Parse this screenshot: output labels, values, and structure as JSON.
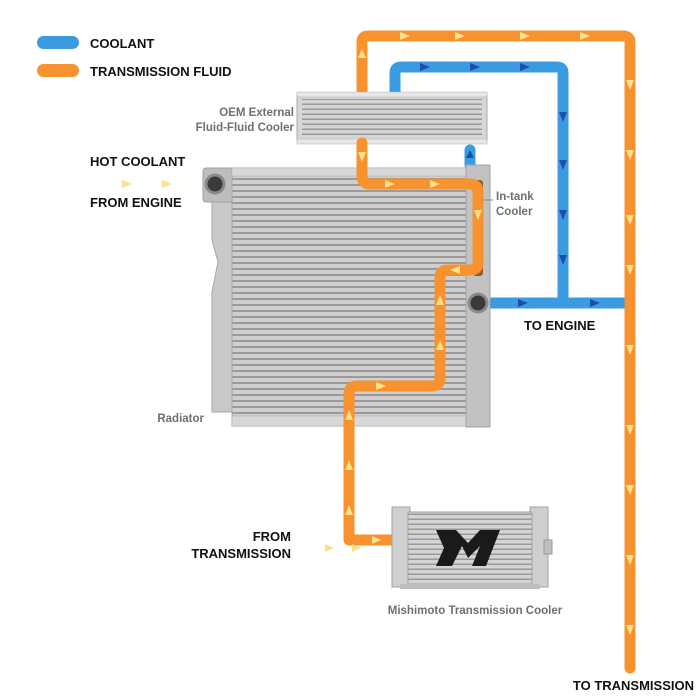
{
  "legend": {
    "items": [
      {
        "label": "COOLANT",
        "color": "#3b9be0"
      },
      {
        "label": "TRANSMISSION FLUID",
        "color": "#f7922f"
      }
    ]
  },
  "labels": {
    "oem_cooler_line1": "OEM External",
    "oem_cooler_line2": "Fluid-Fluid Cooler",
    "hot_coolant": "HOT COOLANT",
    "from_engine": "FROM ENGINE",
    "intank_line1": "In-tank",
    "intank_line2": "Cooler",
    "to_engine": "TO ENGINE",
    "radiator": "Radiator",
    "from_transmission_line1": "FROM",
    "from_transmission_line2": "TRANSMISSION",
    "mishimoto_cooler": "Mishimoto Transmission Cooler",
    "to_transmission": "TO TRANSMISSION"
  },
  "colors": {
    "coolant_blue": "#3b9be0",
    "transmission_orange": "#f7922f",
    "hot_red": "#c8141e",
    "flow_arrow_orange": "#fde08a",
    "flow_arrow_blue": "#1e4fa8",
    "radiator_silver": "#c4c4c4",
    "brand_logo": "#1a1a1a"
  },
  "icons": {
    "brand_logo": "mishimoto-logo-icon"
  }
}
